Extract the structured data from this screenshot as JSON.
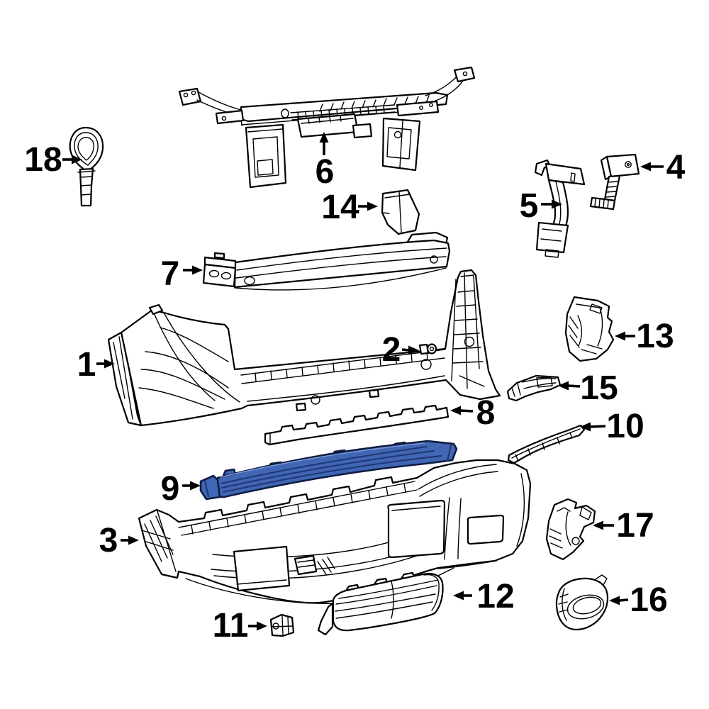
{
  "diagram": {
    "background_color": "#ffffff",
    "line_color": "#000000",
    "highlighted_part_number": "9",
    "highlight_fill": "#4066b4",
    "highlight_outline": "#0e1c40",
    "highlight_ridge": "#203673",
    "highlight_sheen": "#7b97d6"
  },
  "callouts": {
    "1": {
      "label": "1"
    },
    "2": {
      "label": "2"
    },
    "3": {
      "label": "3"
    },
    "4": {
      "label": "4"
    },
    "5": {
      "label": "5"
    },
    "6": {
      "label": "6"
    },
    "7": {
      "label": "7"
    },
    "8": {
      "label": "8"
    },
    "9": {
      "label": "9"
    },
    "10": {
      "label": "10"
    },
    "11": {
      "label": "11"
    },
    "12": {
      "label": "12"
    },
    "13": {
      "label": "13"
    },
    "14": {
      "label": "14"
    },
    "15": {
      "label": "15"
    },
    "16": {
      "label": "16"
    },
    "17": {
      "label": "17"
    },
    "18": {
      "label": "18"
    }
  }
}
